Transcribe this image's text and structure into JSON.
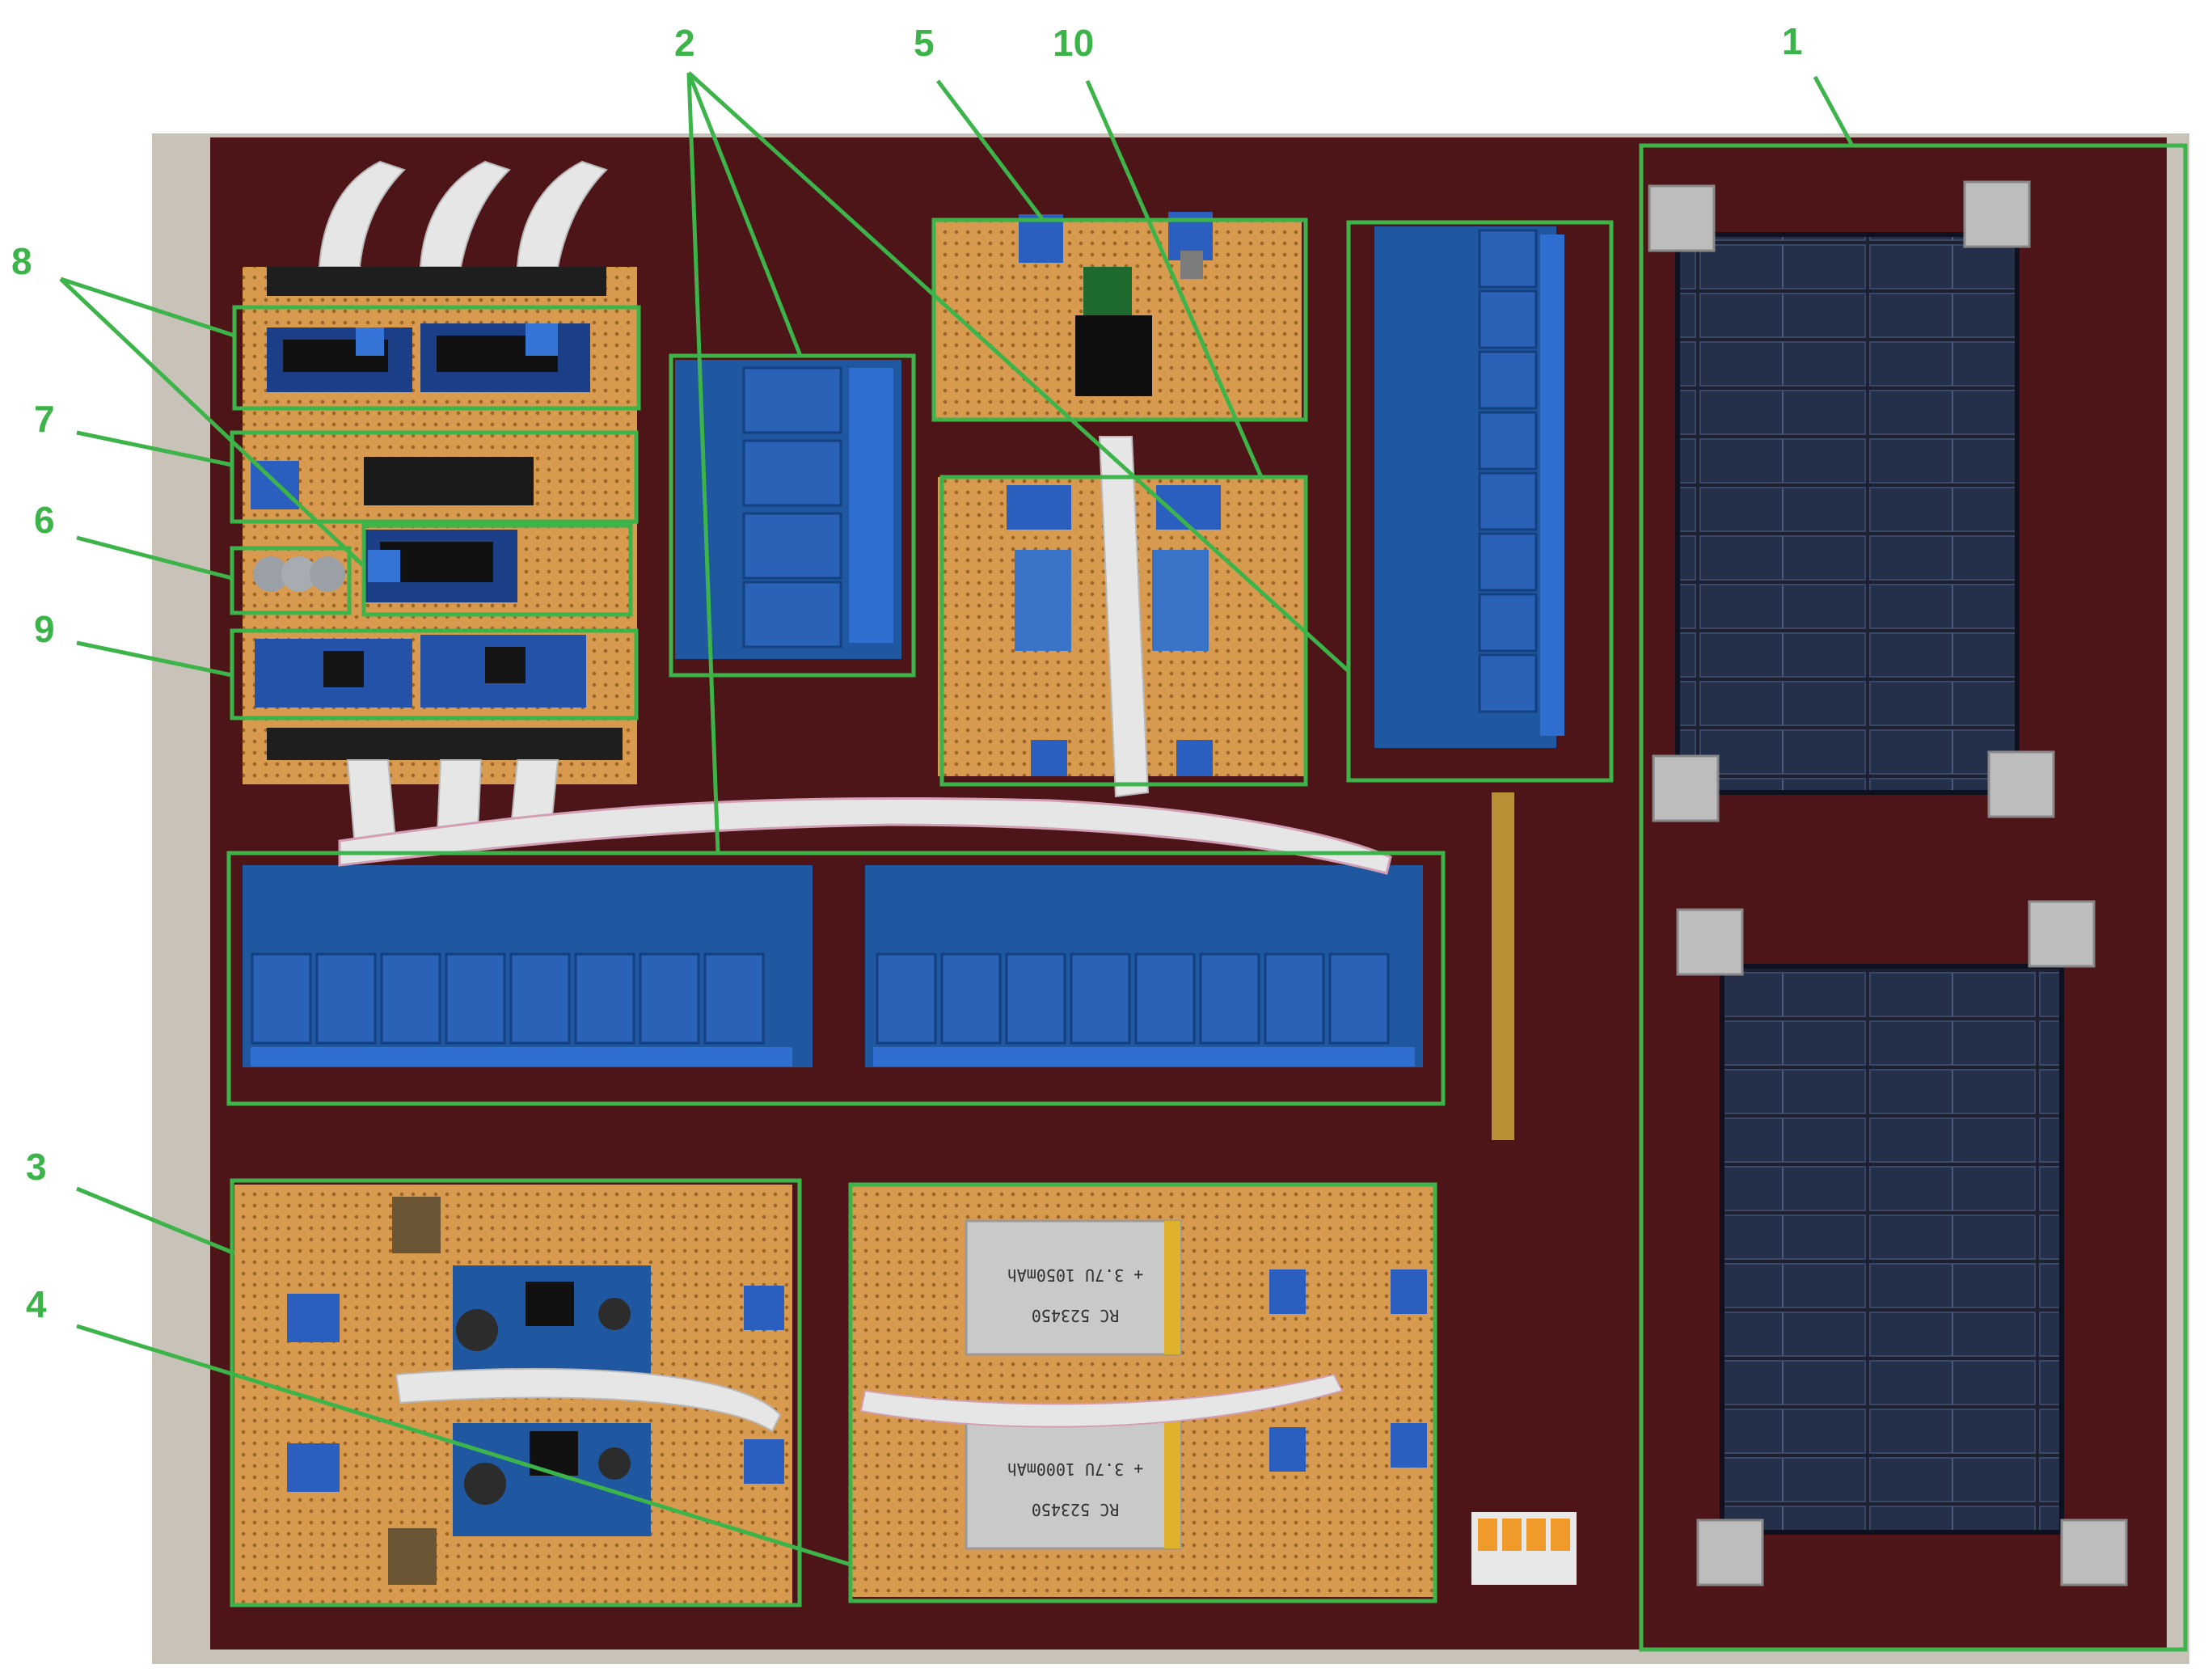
{
  "photo": {
    "callouts": [
      {
        "id": "1",
        "text": "1"
      },
      {
        "id": "2",
        "text": "2"
      },
      {
        "id": "3",
        "text": "3"
      },
      {
        "id": "4",
        "text": "4"
      },
      {
        "id": "5",
        "text": "5"
      },
      {
        "id": "6",
        "text": "6"
      },
      {
        "id": "7",
        "text": "7"
      },
      {
        "id": "8",
        "text": "8"
      },
      {
        "id": "9",
        "text": "9"
      },
      {
        "id": "10",
        "text": "10"
      }
    ],
    "battery_labels": {
      "top_capacity": "+ 3.7U 1050mAh",
      "top_model": "RC 523450",
      "bottom_capacity": "+ 3.7U 1000mAh",
      "bottom_model": "RC 523450"
    },
    "colors": {
      "annotation_green": "#3cb44a",
      "board_background": "#4a1416",
      "perfboard": "#d89a4a",
      "relay_module": "#1e4f8c",
      "solar_panel": "#1d2333"
    }
  }
}
